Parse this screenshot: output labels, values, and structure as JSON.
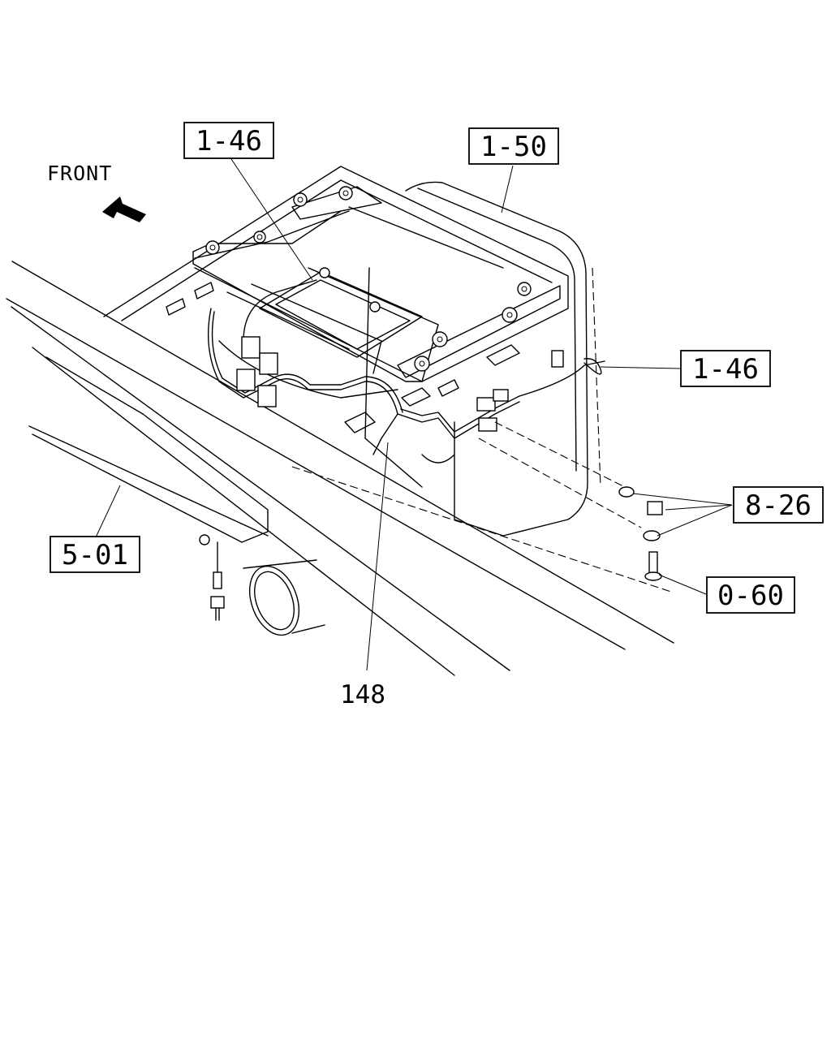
{
  "orientation": {
    "label": "FRONT",
    "icon": "arrow-front-icon"
  },
  "callouts": {
    "c1": "1-46",
    "c2": "1-50",
    "c3": "1-46",
    "c4": "8-26",
    "c5": "5-01",
    "c6": "0-60"
  },
  "part_number": "148"
}
